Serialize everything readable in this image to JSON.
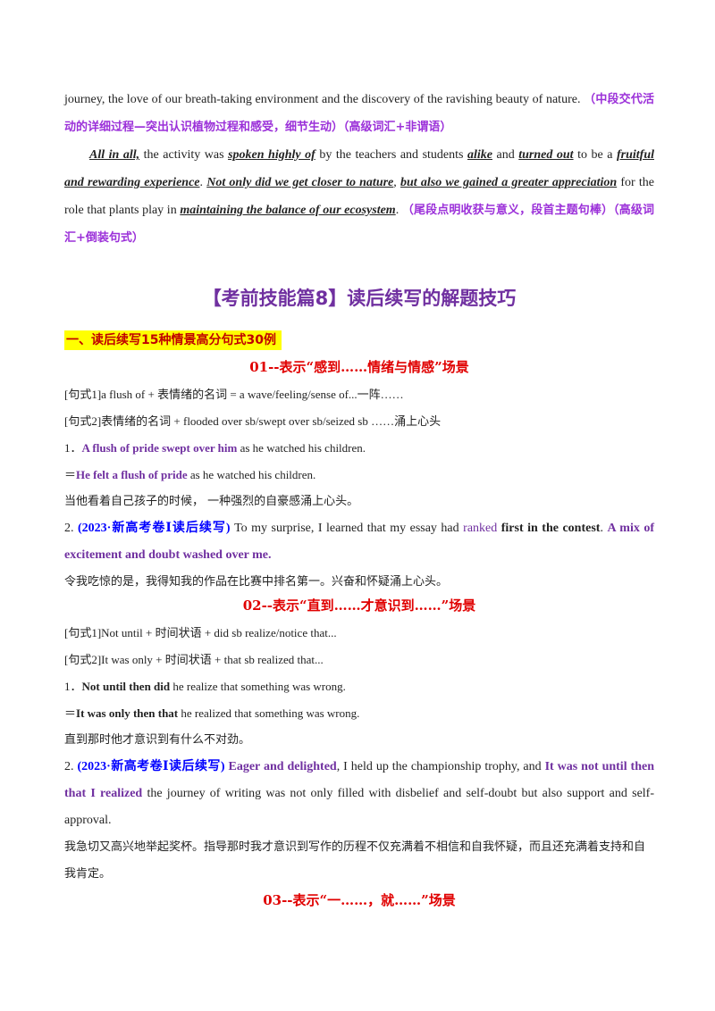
{
  "para1": {
    "text": "journey, the love of our breath-taking environment and the discovery of the ravishing beauty of nature.",
    "note": "（中段交代活动的详细过程—突出认识植物过程和感受，细节生动）（高级词汇+非谓语）"
  },
  "para2": {
    "s1": "All in all,",
    "s2": " the activity was ",
    "s3": "spoken highly of",
    "s4": " by the teachers and students ",
    "s5": "alike",
    "s6": " and ",
    "s7": "turned out",
    "s8": " to be a ",
    "s9": "fruitful and rewarding experience",
    "s10": ". ",
    "s11": "Not only did we get closer to nature",
    "s12": ", ",
    "s13": "but also we gained a greater appreciation",
    "s14": " for the role that plants play in ",
    "s15": "maintaining the balance of our ecosystem",
    "s16": ". ",
    "note": "（尾段点明收获与意义，段首主题句棒）（高级词汇+倒装句式）"
  },
  "main_title": "【考前技能篇8】读后续写的解题技巧",
  "section1": "一、读后续写15种情景高分句式30例",
  "s01": {
    "heading": "01--表示“感到……情绪与情感”场景",
    "pat1": "[句式1]a flush of + 表情绪的名词 = a wave/feeling/sense of...一阵……",
    "pat2": "[句式2]表情绪的名词 + flooded over sb/swept over sb/seized sb ……涌上心头",
    "ex1_num": "1．",
    "ex1_hl": "A flush of pride swept over him",
    "ex1_rest": " as he watched his children.",
    "ex1b_eq": "＝",
    "ex1b_hl": "He felt a flush of pride",
    "ex1b_rest": " as he watched his children.",
    "ex1_cn": "当他看着自己孩子的时候， 一种强烈的自豪感涌上心头。",
    "ex2_num": "2. ",
    "ex2_src": "(2023·新高考卷Ⅰ读后续写)",
    "ex2_a": " To my surprise, I learned that my essay had ",
    "ex2_b": "ranked",
    "ex2_c": " first in the contest",
    "ex2_d": ". ",
    "ex2_e": "A mix of excitement and doubt washed over me.",
    "ex2_cn": "令我吃惊的是，我得知我的作品在比赛中排名第一。兴奋和怀疑涌上心头。"
  },
  "s02": {
    "heading": "02--表示“直到……才意识到……”场景",
    "pat1": "[句式1]Not until + 时间状语 + did sb realize/notice that...",
    "pat2": "[句式2]It was only + 时间状语 + that sb realized that...",
    "ex1_num": "1．",
    "ex1_hl": "Not until then did",
    "ex1_rest": " he realize that something was wrong.",
    "ex1b_eq": "＝",
    "ex1b_hl": "It was only then that",
    "ex1b_rest": " he realized that something was wrong.",
    "ex1_cn": "直到那时他才意识到有什么不对劲。",
    "ex2_num": "2. ",
    "ex2_src": "(2023·新高考卷Ⅰ读后续写)",
    "ex2_a": " ",
    "ex2_b": "Eager and delighted",
    "ex2_c": ", I held up the championship trophy, and ",
    "ex2_d": "It was not until then that I realized",
    "ex2_e": " the journey of writing was not only filled with disbelief and self-doubt but also support and self-approval.",
    "ex2_cn": "我急切又高兴地举起奖杯。指导那时我才意识到写作的历程不仅充满着不相信和自我怀疑，而且还充满着支持和自我肯定。"
  },
  "s03": {
    "heading": "03--表示“一……，就……”场景"
  }
}
